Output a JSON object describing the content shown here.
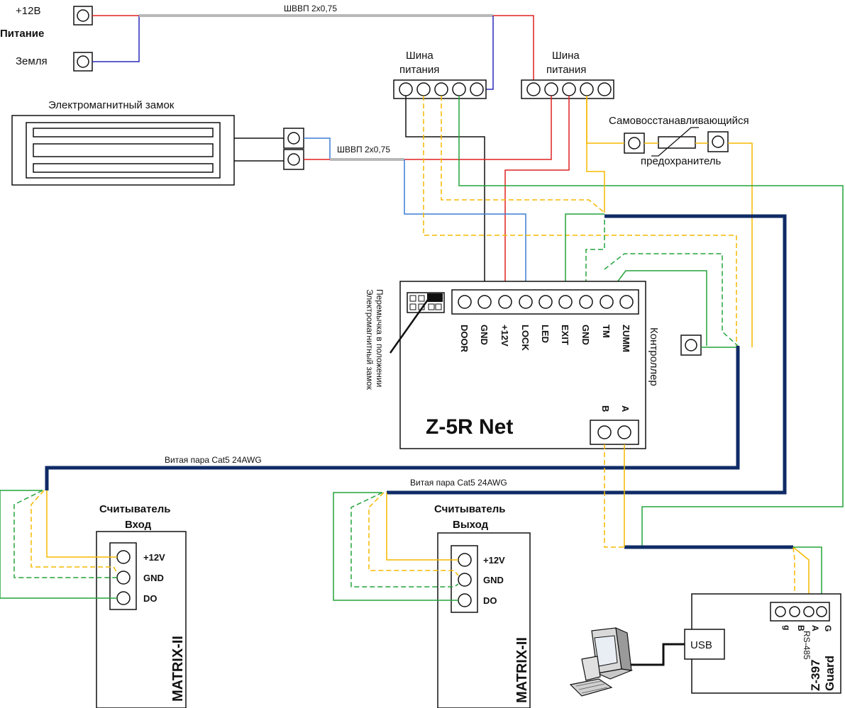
{
  "power": {
    "plus12": "+12В",
    "title": "Питание",
    "ground": "Земля",
    "cable1": "ШВВП 2х0,75",
    "cable2": "ШВВП 2х0,75"
  },
  "lock": {
    "title": "Электромагнитный замок"
  },
  "busbar": {
    "label_line1": "Шина",
    "label_line2": "питания"
  },
  "fuse": {
    "line1": "Самовосстанавливающийся",
    "line2": "предохранитель"
  },
  "controller": {
    "model": "Z-5R Net",
    "title": "Контроллер",
    "jumper_line1": "Перемычка в положении",
    "jumper_line2": "Электромагнитный замок",
    "terminals": [
      "DOOR",
      "GND",
      "+12V",
      "LOCK",
      "LED",
      "EXIT",
      "GND",
      "TM",
      "ZUMM"
    ],
    "rs_a": "A",
    "rs_b": "B"
  },
  "twisted_pair": "Витая пара Cat5 24AWG",
  "reader_in": {
    "title_line1": "Считыватель",
    "title_line2": "Вход",
    "model": "MATRIX-II",
    "terminals": [
      "+12V",
      "GND",
      "DO"
    ]
  },
  "reader_out": {
    "title_line1": "Считыватель",
    "title_line2": "Выход",
    "model": "MATRIX-II",
    "terminals": [
      "+12V",
      "GND",
      "DO"
    ]
  },
  "converter": {
    "usb": "USB",
    "model_line1": "Z-397",
    "model_line2": "Guard",
    "terminals": [
      "G",
      "A",
      "B",
      "g"
    ],
    "rs485": "RS-485"
  },
  "colors": {
    "red": "#e02020",
    "blue": "#2a2ab8",
    "lightblue": "#3b7fd6",
    "gray": "#b8b8b8",
    "green": "#22a33a",
    "orange": "#f5b800",
    "navy": "#0f2b66",
    "black": "#111111"
  }
}
